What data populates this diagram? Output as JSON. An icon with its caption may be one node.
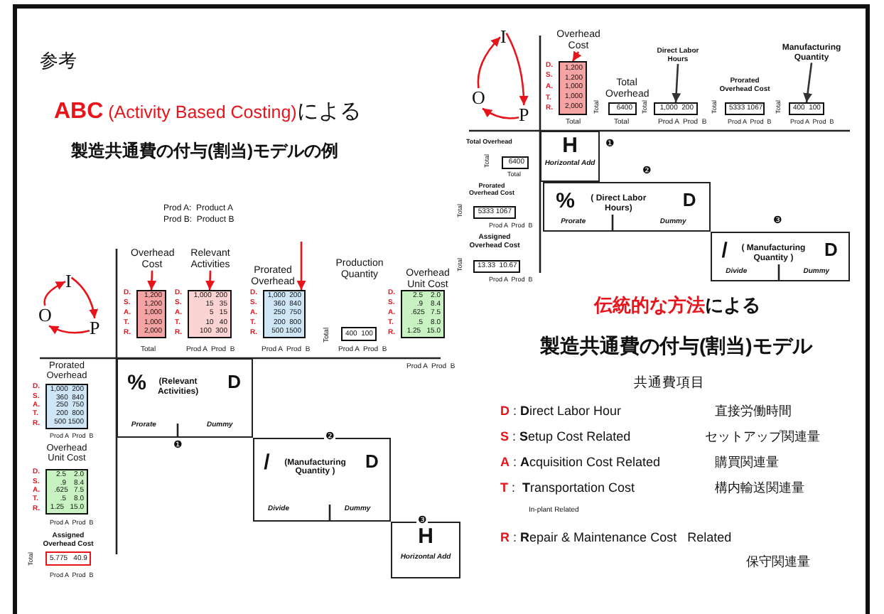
{
  "diagram": {
    "nodes": [
      {
        "text": [
          "I"
        ]
      },
      {
        "text": [
          "O"
        ]
      },
      {
        "text": [
          "P"
        ]
      },
      {
        "text": [
          "Overhead Cost"
        ]
      },
      {
        "text": [
          "1,200",
          "1,200",
          "1,000",
          "1,000",
          "2,000"
        ],
        "beside": [
          "D.",
          "S.",
          "A.",
          "T.",
          "R."
        ]
      },
      {
        "text": [
          "Relevant Activities"
        ]
      },
      {
        "text": [
          "1,000  200",
          "15   35",
          "5   15",
          "10   40",
          "100  300"
        ],
        "beside": [
          "D.",
          "S.",
          "A.",
          "T.",
          "R."
        ]
      },
      {
        "text": [
          "1,000  200",
          "360  840",
          "250  750",
          "200  800",
          "500 1500"
        ],
        "beside": [
          "D.",
          "S.",
          "A.",
          "T.",
          "R."
        ]
      },
      {
        "text": [
          "400  100"
        ]
      },
      {
        "text": [
          "2.5    2.0",
          ".9    8.4",
          ".625   7.5",
          ".5    8.0",
          "1.25   15.0"
        ],
        "beside": [
          "D.",
          "S.",
          "A.",
          "T.",
          "R."
        ]
      },
      {
        "text": [
          "1,000  200",
          "360  840",
          "250  750",
          "200  800",
          "500 1500"
        ],
        "beside": [
          "D.",
          "S.",
          "A.",
          "T.",
          "R."
        ]
      },
      {
        "text": [
          "2.5    2.0",
          ".9    8.4",
          ".625   7.5",
          ".5    8.0",
          "1.25   15.0"
        ],
        "beside": [
          "D.",
          "S.",
          "A.",
          "T.",
          "R."
        ]
      },
      {
        "text": [
          "5.775   40.9"
        ]
      },
      {
        "text": [
          "%",
          "(Relevant Activities)",
          "D",
          "Prorate",
          "Dummy"
        ],
        "beside": [
          "❶"
        ]
      },
      {
        "text": [
          "/",
          "(Manufacturing Quantity )",
          "D",
          "Divide",
          "Dummy"
        ],
        "beside": [
          "❷"
        ]
      },
      {
        "text": [
          "H",
          "Horizontal Add"
        ],
        "beside": [
          "❸"
        ]
      },
      {
        "text": [
          "I"
        ]
      },
      {
        "text": [
          "O"
        ]
      },
      {
        "text": [
          "P"
        ]
      },
      {
        "text": [
          "Overhead Cost"
        ]
      },
      {
        "text": [
          "1,200",
          "1,200",
          "1,000",
          "1,000",
          "2,000"
        ],
        "beside": [
          "D.",
          "S.",
          "A.",
          "T.",
          "R."
        ]
      },
      {
        "text": [
          "6400"
        ]
      },
      {
        "text": [
          "Direct Labor Hours"
        ]
      },
      {
        "text": [
          "1,000  200"
        ]
      },
      {
        "text": [
          "5333 1067"
        ]
      },
      {
        "text": [
          "Manufacturing Quantity"
        ]
      },
      {
        "text": [
          "400  100"
        ]
      },
      {
        "text": [
          "6400"
        ]
      },
      {
        "text": [
          "5333 1067"
        ]
      },
      {
        "text": [
          "13.33  10.67"
        ]
      },
      {
        "text": [
          "H",
          "Horizontal Add"
        ],
        "beside": [
          "❶"
        ]
      },
      {
        "text": [
          "%",
          "( Direct Labor Hours)",
          "D",
          "Prorate",
          "Dummy"
        ],
        "beside": [
          "❷"
        ]
      },
      {
        "text": [
          "/",
          "( Manufacturing Quantity )",
          "D",
          "Divide",
          "Dummy"
        ],
        "beside": [
          "❸"
        ]
      }
    ],
    "edges": [
      {
        "from": 1,
        "to": 0,
        "arrow": "to"
      },
      {
        "from": 0,
        "to": 2,
        "arrow": "to"
      },
      {
        "from": 2,
        "to": 1,
        "arrow": "to"
      },
      {
        "from": 3,
        "to": 4,
        "arrow": "to"
      },
      {
        "from": 5,
        "to": 6,
        "arrow": "to"
      },
      {
        "from": null,
        "to": 7,
        "arrow": "to"
      },
      {
        "from": 17,
        "to": 16,
        "arrow": "to"
      },
      {
        "from": 16,
        "to": 18,
        "arrow": "to"
      },
      {
        "from": 18,
        "to": 17,
        "arrow": "to"
      },
      {
        "from": 19,
        "to": 20,
        "arrow": "to"
      },
      {
        "from": 22,
        "to": 23,
        "arrow": "to",
        "color": "#333333"
      },
      {
        "from": 25,
        "to": 26,
        "arrow": "to",
        "color": "#333333"
      }
    ],
    "labels": [
      "参考",
      "**ABC** (Activity Based Costing)",
      "による",
      "製造共通費の付与(割当)モデルの例",
      "Prod A:  Product A",
      "Prod B:  Product B",
      "Total",
      "Prod A  Prod  B",
      "Prod A  Prod  B",
      "Total",
      "Prod A  Prod  B",
      "Prod A  Prod  B",
      "Prorated Overhead",
      "Production Quantity",
      "Overhead Unit Cost",
      "Prorated Overhead",
      "Prod A  Prod  B",
      "Overhead Unit Cost",
      "Prod A  Prod  B",
      "Assigned Overhead Cost",
      "Total",
      "Prod A  Prod  B",
      "Total",
      "Total Overhead",
      "Total",
      "Total",
      "Total",
      "Prod A  Prod  B",
      "Prorated Overhead Cost",
      "Total",
      "Prod A  Prod  B",
      "Total",
      "Prod A  Prod  B",
      "Total Overhead",
      "Total",
      "Total",
      "Prorated Overhead Cost",
      "Total",
      "Prod A  Prod  B",
      "Assigned Overhead Cost",
      "Total",
      "Prod A  Prod  B",
      "伝統的な方法",
      "による",
      "製造共通費の付与(割当)モデル",
      "共通費項目",
      "**D** : **D**irect Labor Hour",
      "直接労働時間",
      "**S** : **S**etup Cost Related",
      "セットアップ関連量",
      "**A** : **A**cquisition Cost Related",
      "購買関連量",
      "**T** :  **T**ransportation Cost",
      "構内輸送関連量",
      "In-plant Related",
      "**R** : **R**epair & Maintenance Cost   Related",
      "保守関連量"
    ]
  }
}
